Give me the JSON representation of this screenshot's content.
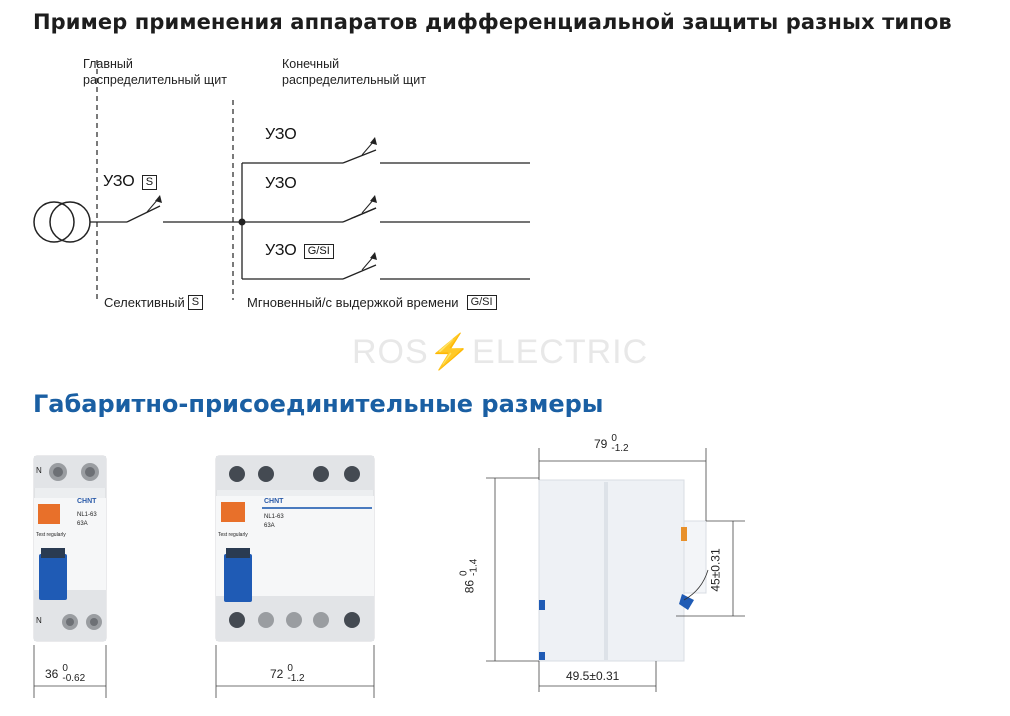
{
  "headings": {
    "scheme_title": "Пример применения аппаратов дифференциальной защиты разных типов",
    "dimensions_title": "Габаритно-присоединительные размеры"
  },
  "scheme": {
    "main_board": "Главный распределительный щит",
    "final_board": "Конечный распределительный щит",
    "uzo": "УЗО",
    "tag_s": "S",
    "tag_gsi": "G/SI",
    "selective_label": "Селективный",
    "instant_label": "Мгновенный/с выдержкой времени"
  },
  "watermark": {
    "left": "ROS",
    "right": "ELECTRIC"
  },
  "devices": {
    "brand": "CHNT",
    "model_2p": "NL1-63",
    "rating": "63A",
    "test_label": "Test regularly",
    "terminal_n": "N"
  },
  "dimensions": {
    "width_2p": {
      "value": "36",
      "upper": "0",
      "lower": "-0.62"
    },
    "width_4p": {
      "value": "72",
      "upper": "0",
      "lower": "-1.2"
    },
    "depth": {
      "value": "79",
      "upper": "0",
      "lower": "-1.2"
    },
    "height": {
      "value": "86",
      "upper": "0",
      "lower": "-1.4"
    },
    "handle_height": "45±0.31",
    "rail_offset": "49.5±0.31"
  },
  "colors": {
    "heading": "#1d1d1d",
    "accent_blue": "#1a5fa3",
    "device_blue": "#1f5bb5",
    "test_orange": "#e8702a"
  }
}
